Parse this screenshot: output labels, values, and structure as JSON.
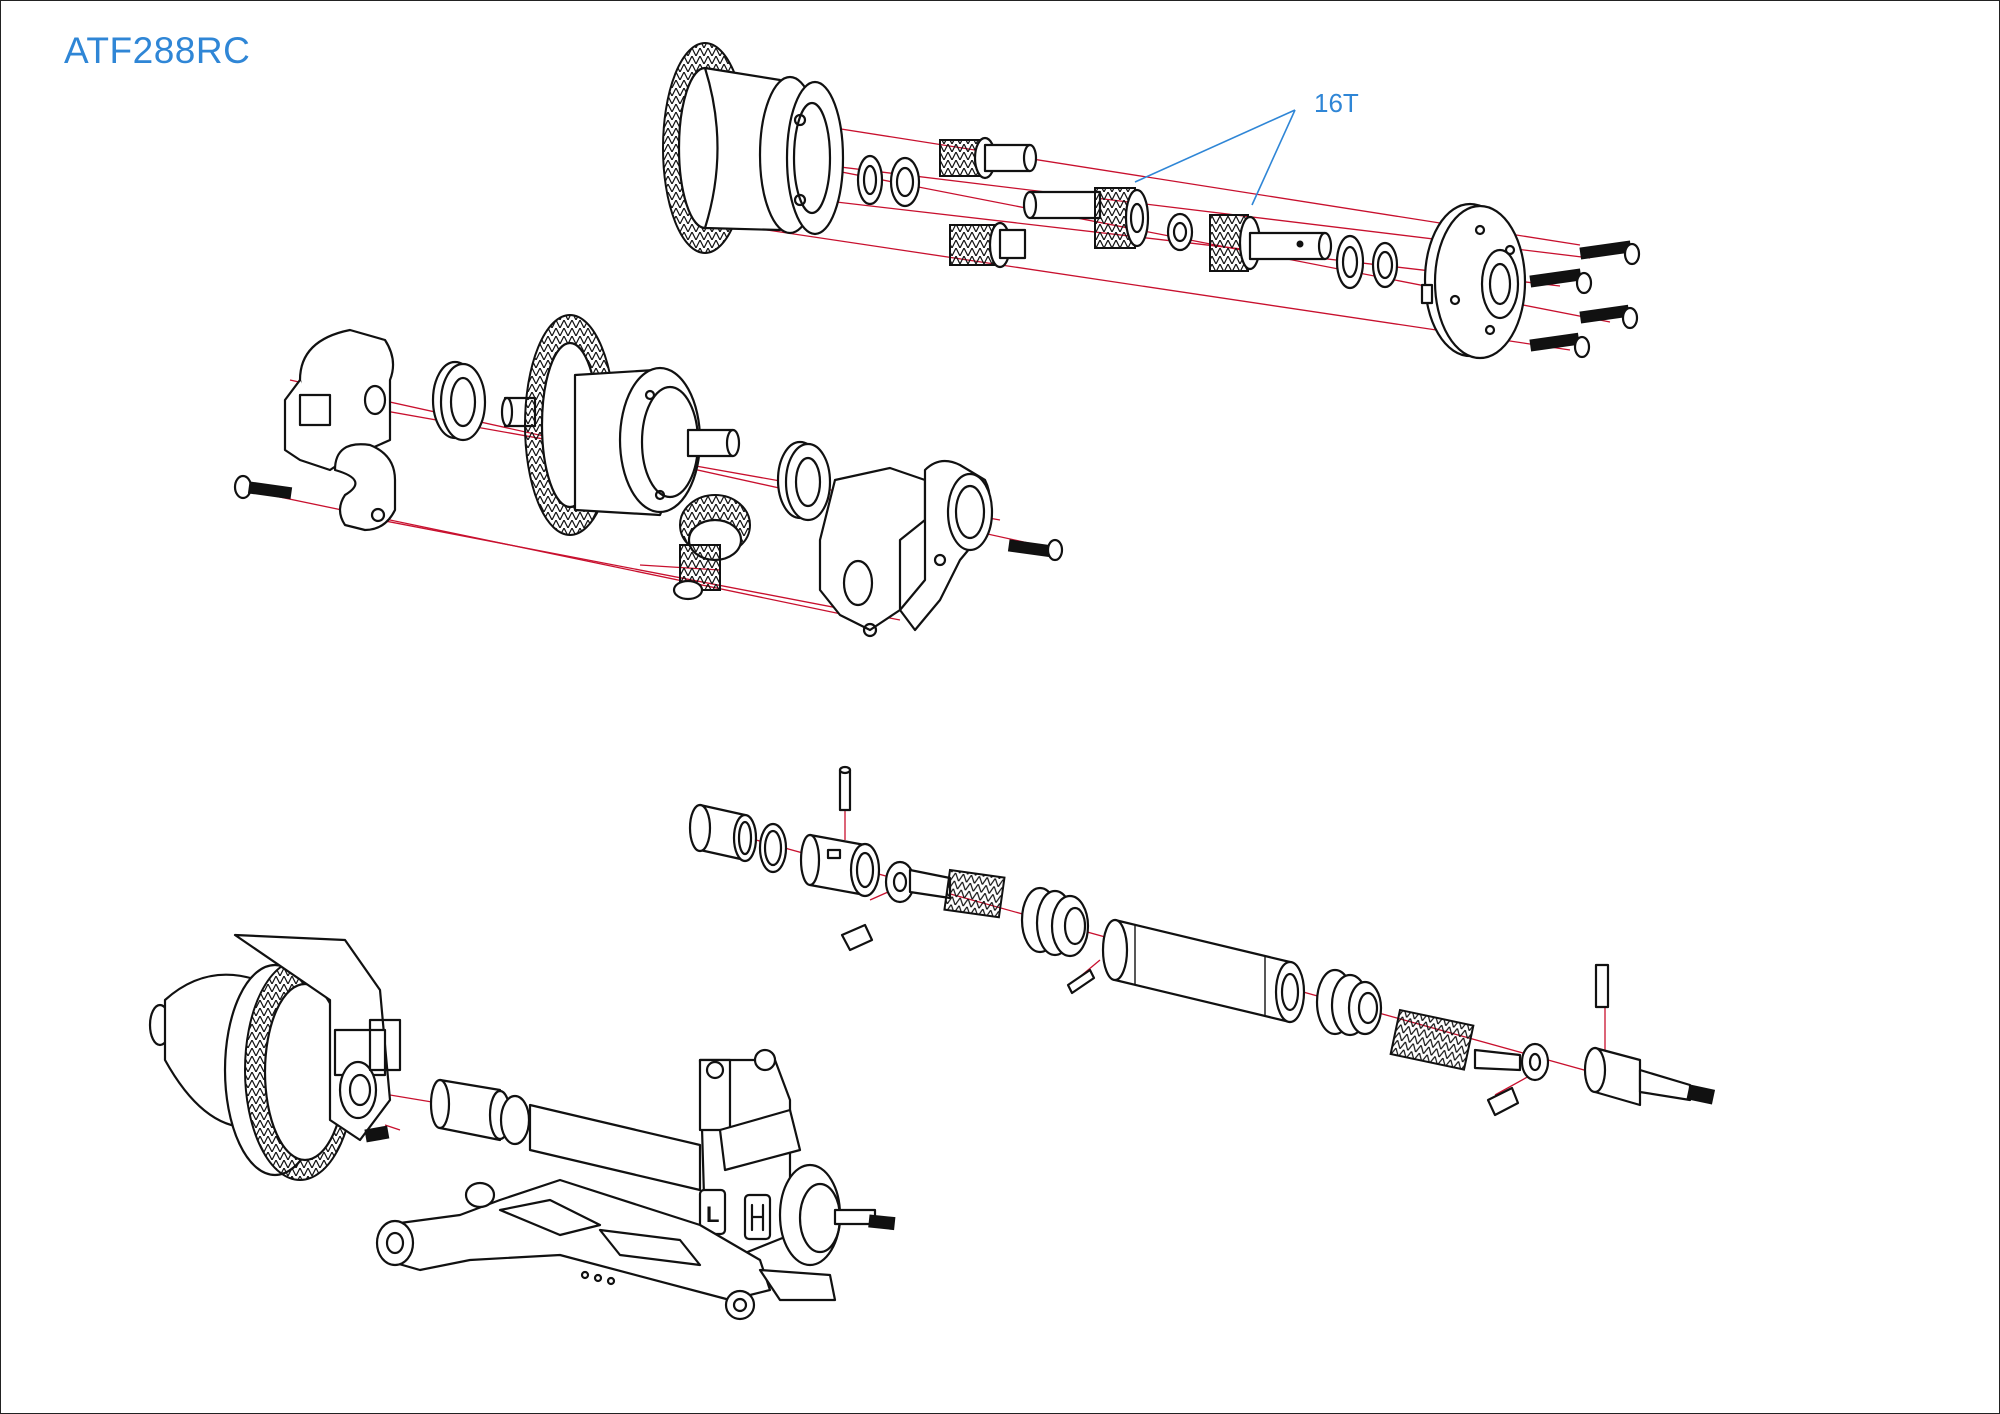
{
  "title": "ATF288RC",
  "callout_label": "16T",
  "marking_letter": "L",
  "colors": {
    "title": "#2f86d6",
    "guide_lines": "#c8102e",
    "outline": "#111111"
  }
}
